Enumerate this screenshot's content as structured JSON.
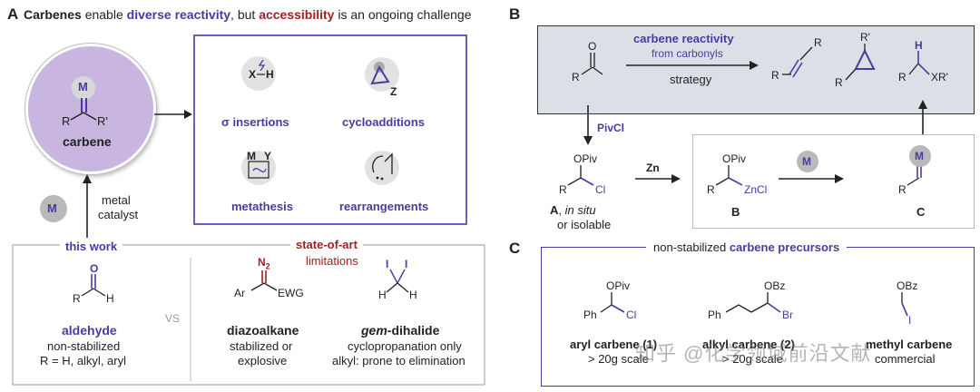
{
  "panel_a": {
    "letter": "A",
    "headline": {
      "w1": "Carbenes",
      "w2": " enable ",
      "w3": "diverse reactivity",
      "w4": ", but ",
      "w5": "accessibility",
      "w6": " is an ongoing challenge"
    },
    "carbene_circle": {
      "metal": "M",
      "r": "R",
      "r_prime": "R'",
      "label": "carbene"
    },
    "metal_badge": "M",
    "metal_catalyst": [
      "metal",
      "catalyst"
    ],
    "reactivity": {
      "sigma_insertions": {
        "label": "σ insertions",
        "x": "X",
        "h": "H"
      },
      "cycloadditions": {
        "label": "cycloadditions",
        "z": "Z"
      },
      "metathesis": {
        "label": "metathesis",
        "m": "M",
        "y": "Y"
      },
      "rearrangements": {
        "label": "rearrangements"
      }
    },
    "this_work": {
      "label": "this work",
      "o": "O",
      "r": "R",
      "h": "H",
      "title": "aldehyde",
      "line1": "non-stabilized",
      "line2": "R = H, alkyl, aryl"
    },
    "vs": "VS",
    "state_of_art": {
      "label": "state-of-art",
      "sub": "limitations"
    },
    "diazoalkane": {
      "n2": "N",
      "n2_sub": "2",
      "ar": "Ar",
      "ewg": "EWG",
      "title": "diazoalkane",
      "line1": "stabilized or",
      "line2": "explosive"
    },
    "gem_dihalide": {
      "i1": "I",
      "i2": "I",
      "h1": "H",
      "h2": "H",
      "title_italic": "gem",
      "title_rest": "-dihalide",
      "line1": "cyclopropanation only",
      "line2": "alkyl: prone to elimination"
    }
  },
  "panel_b": {
    "letter": "B",
    "o": "O",
    "r": "R",
    "arrow_title": "carbene reactivity",
    "arrow_sub": "from carbonyls",
    "strategy": "strategy",
    "products": {
      "alkene_r1": "R",
      "alkene_r2": "R",
      "cp_rp": "R'",
      "cp_r": "R",
      "h": "H",
      "ins_r": "R",
      "ins_xr": "XR'"
    },
    "pivcl": "PivCl",
    "zn": "Zn",
    "a": {
      "opiv": "OPiv",
      "r": "R",
      "cl": "Cl",
      "label_bold": "A",
      "label_rest": ", ",
      "label_italic": "in situ",
      "line2": "or isolable"
    },
    "b": {
      "opiv": "OPiv",
      "r": "R",
      "zncl": "ZnCl",
      "label": "B"
    },
    "m_badge": "M",
    "c": {
      "m": "M",
      "r": "R",
      "label": "C"
    }
  },
  "panel_c": {
    "letter": "C",
    "header_pre": "non-stabilized ",
    "header_bold": "carbene precursors",
    "precursors": [
      {
        "sub": "OPiv",
        "ph": "Ph",
        "x": "Cl",
        "title": "aryl carbene (1)",
        "line": "> 20g scale"
      },
      {
        "sub": "OBz",
        "ph": "Ph",
        "x": "Br",
        "title": "alkyl carbene (2)",
        "line": "> 20g scale"
      },
      {
        "sub": "OBz",
        "ph": "",
        "x": "I",
        "title": "methyl carbene",
        "line": "commercial"
      }
    ]
  },
  "watermark": "知乎 @化学领域前沿文献",
  "colors": {
    "purple": "#4b3aa3",
    "red": "#a31f1f",
    "lavender": "#c8b6e0",
    "tan": "#efe8d6",
    "grey_panel": "#dcdfe6",
    "grey_badge": "#b9b9b9"
  }
}
